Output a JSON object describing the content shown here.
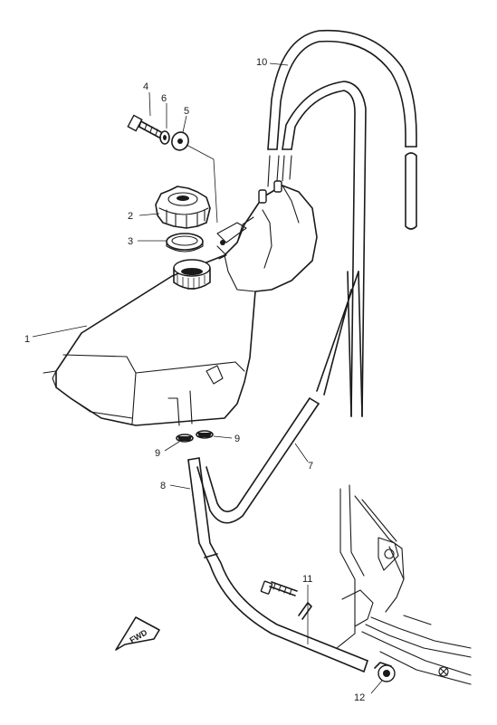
{
  "callouts": {
    "c1": "1",
    "c2": "2",
    "c3": "3",
    "c4": "4",
    "c5": "5",
    "c6": "6",
    "c7": "7",
    "c8": "8",
    "c9a": "9",
    "c9b": "9",
    "c10": "10",
    "c11": "11",
    "c12": "12"
  },
  "direction_marker": {
    "label": "FWD",
    "icon": "arrow-icon"
  },
  "colors": {
    "ink": "#1a1a1a",
    "paper": "#ffffff"
  }
}
